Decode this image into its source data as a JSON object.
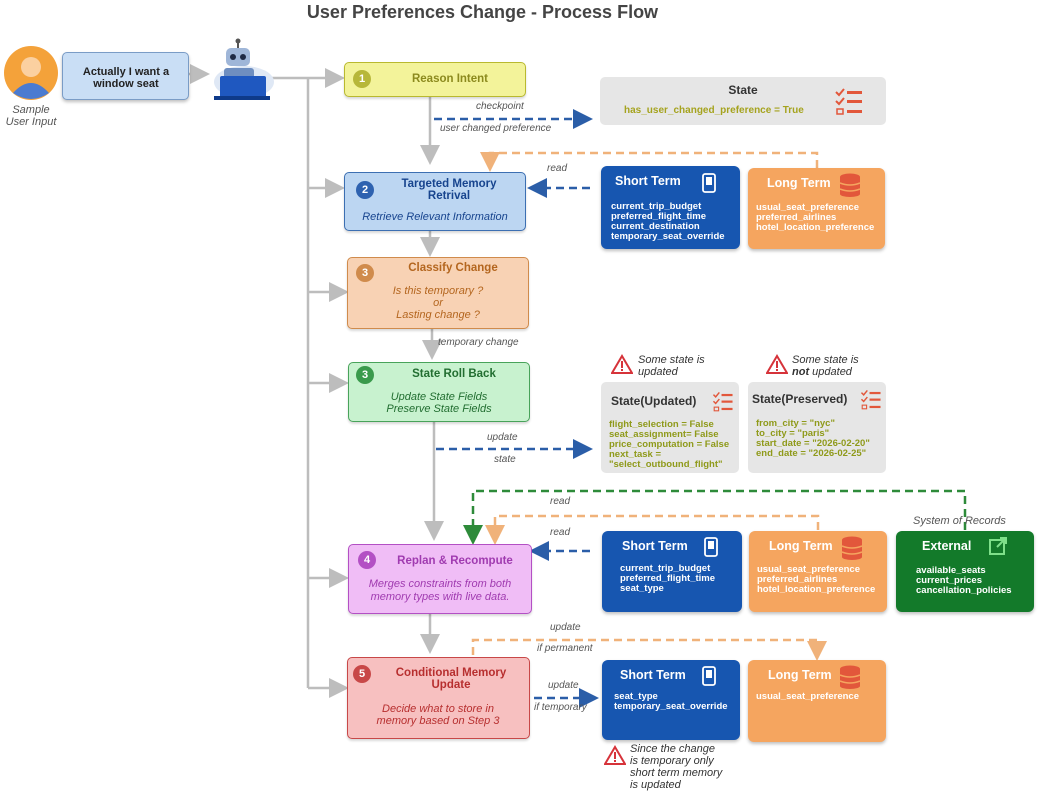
{
  "title": "User Preferences Change - Process Flow",
  "user": {
    "label": "Sample User Input",
    "speech": "Actually I want a window seat"
  },
  "steps": [
    {
      "num": "1",
      "title": "Reason Intent",
      "sub": ""
    },
    {
      "num": "2",
      "title": "Targeted Memory Retrival",
      "sub": "Retrieve Relevant Information"
    },
    {
      "num": "3",
      "title": "Classify Change",
      "sub": "Is this temporary ?",
      "sub2": "or",
      "sub3": "Lasting change ?"
    },
    {
      "num": "3",
      "title": "State Roll Back",
      "sub": "Update State Fields",
      "sub2": "Preserve State Fields"
    },
    {
      "num": "4",
      "title": "Replan & Recompute",
      "sub": "Merges constraints from both memory types with live data."
    },
    {
      "num": "5",
      "title": "Conditional Memory Update",
      "sub": "Decide what to store in memory based on Step 3"
    }
  ],
  "state_top": {
    "title": "State",
    "line": "has_user_changed_preference = True"
  },
  "labels": {
    "checkpoint": "checkpoint",
    "user_changed": "user changed preference",
    "read": "read",
    "temporary_change": "temporary change",
    "update": "update",
    "state": "state",
    "update_perm": "update",
    "if_permanent": "if permanent",
    "update_temp": "update",
    "if_temporary": "if temporary",
    "system_of_records": "System of Records"
  },
  "mem_row1": {
    "short": {
      "title": "Short Term",
      "items": [
        "current_trip_budget",
        "preferred_flight_time",
        "current_destination",
        "temporary_seat_override"
      ]
    },
    "long": {
      "title": "Long Term",
      "items": [
        "usual_seat_preference",
        "preferred_airlines",
        "hotel_location_preference"
      ]
    }
  },
  "warn1": {
    "line1": "Some state is",
    "line2": "updated"
  },
  "warn2": {
    "line1": "Some state is",
    "not": "not",
    "line2": " updated"
  },
  "state_updated": {
    "title": "State(Updated)",
    "items": [
      "flight_selection = False",
      "seat_assignment= False",
      "price_computation = False",
      "next_task =",
      "\"select_outbound_flight\""
    ]
  },
  "state_preserved": {
    "title": "State(Preserved)",
    "items": [
      "from_city = \"nyc\"",
      "to_city = \"paris\"",
      "start_date = \"2026-02-20\"",
      "end_date = \"2026-02-25\""
    ]
  },
  "mem_row2": {
    "short": {
      "title": "Short Term",
      "items": [
        "current_trip_budget",
        "preferred_flight_time",
        "seat_type"
      ]
    },
    "long": {
      "title": "Long Term",
      "items": [
        "usual_seat_preference",
        "preferred_airlines",
        "hotel_location_preference"
      ]
    },
    "external": {
      "title": "External",
      "items": [
        "available_seats",
        "current_prices",
        "cancellation_policies"
      ]
    }
  },
  "mem_row3": {
    "short": {
      "title": "Short Term",
      "items": [
        "seat_type",
        "temporary_seat_override"
      ]
    },
    "long": {
      "title": "Long Term",
      "items": [
        "usual_seat_preference"
      ]
    }
  },
  "warn3": {
    "lines": [
      "Since the change",
      "is temporary only",
      "short term memory",
      "is updated"
    ]
  },
  "colors": {
    "blue": "#1756b0",
    "orange": "#f5a55f",
    "green": "#137a2a",
    "dash_blue": "#2b5ea8",
    "dash_orange": "#f0b27a",
    "dash_green": "#2e8b3a",
    "flow": "#bdbdbd"
  }
}
